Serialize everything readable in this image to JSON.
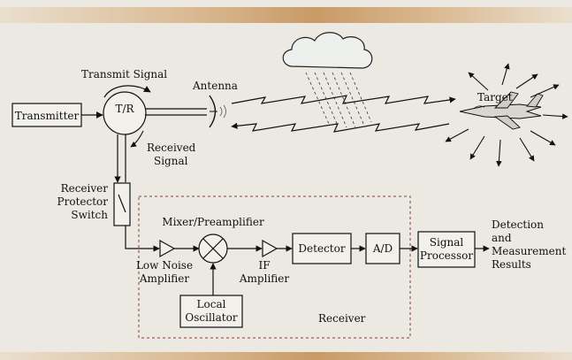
{
  "labels": {
    "transmit_signal": "Transmit Signal",
    "antenna": "Antenna",
    "target": "Target",
    "transmitter": "Transmitter",
    "tr": "T/R",
    "received_signal_1": "Received",
    "received_signal_2": "Signal",
    "protector_1": "Receiver",
    "protector_2": "Protector",
    "protector_3": "Switch",
    "mixer": "Mixer/Preamplifier",
    "lna_1": "Low Noise",
    "lna_2": "Amplifier",
    "if_1": "IF",
    "if_2": "Amplifier",
    "detector": "Detector",
    "ad": "A/D",
    "sp_1": "Signal",
    "sp_2": "Processor",
    "results_1": "Detection",
    "results_2": "and",
    "results_3": "Measurement",
    "results_4": "Results",
    "lo_1": "Local",
    "lo_2": "Oscillator",
    "receiver": "Receiver"
  },
  "colors": {
    "background": "#ece9e2",
    "box_fill": "#f2f0ea",
    "ink": "#111111",
    "band_accent": "#c89a66"
  }
}
